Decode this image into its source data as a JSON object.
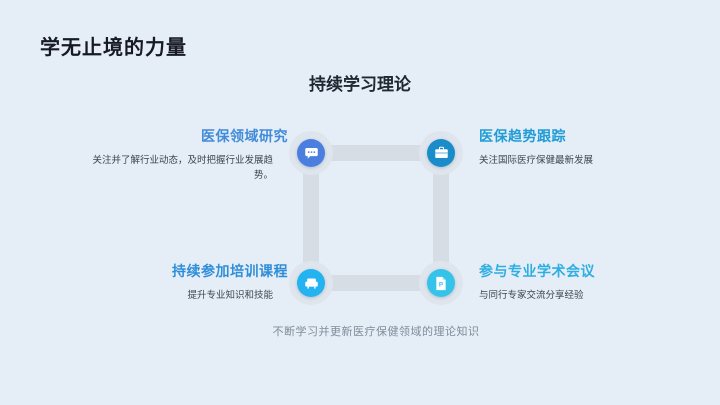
{
  "page": {
    "title": "学无止境的力量",
    "heading": "持续学习理论",
    "caption": "不断学习并更新医疗保健领域的理论知识"
  },
  "colors": {
    "background": "#e5eef7",
    "page_title_text": "#171a22",
    "heading_text": "#1f2733",
    "description_text": "#3c4450",
    "caption_text": "#808c9a",
    "connector_line": "#d6dde5",
    "node_halo": "#dfe5ec"
  },
  "nodes": [
    {
      "position": "top-left",
      "title": "医保领域研究",
      "description": "关注并了解行业动态，及时把握行业发展趋势。",
      "icon": "chat-icon",
      "accent": "#418bd9",
      "circle": "#4a7fe0"
    },
    {
      "position": "top-right",
      "title": "医保趋势跟踪",
      "description": "关注国际医疗保健最新发展",
      "icon": "briefcase-icon",
      "accent": "#219cd6",
      "circle": "#1b8cca"
    },
    {
      "position": "bottom-left",
      "title": "持续参加培训课程",
      "description": "提升专业知识和技能",
      "icon": "sofa-icon",
      "accent": "#2f8ed8",
      "circle": "#22b3f0"
    },
    {
      "position": "bottom-right",
      "title": "参与专业学术会议",
      "description": "与同行专家交流分享经验",
      "icon": "document-icon",
      "accent": "#2faee2",
      "circle": "#36c3ea"
    }
  ]
}
